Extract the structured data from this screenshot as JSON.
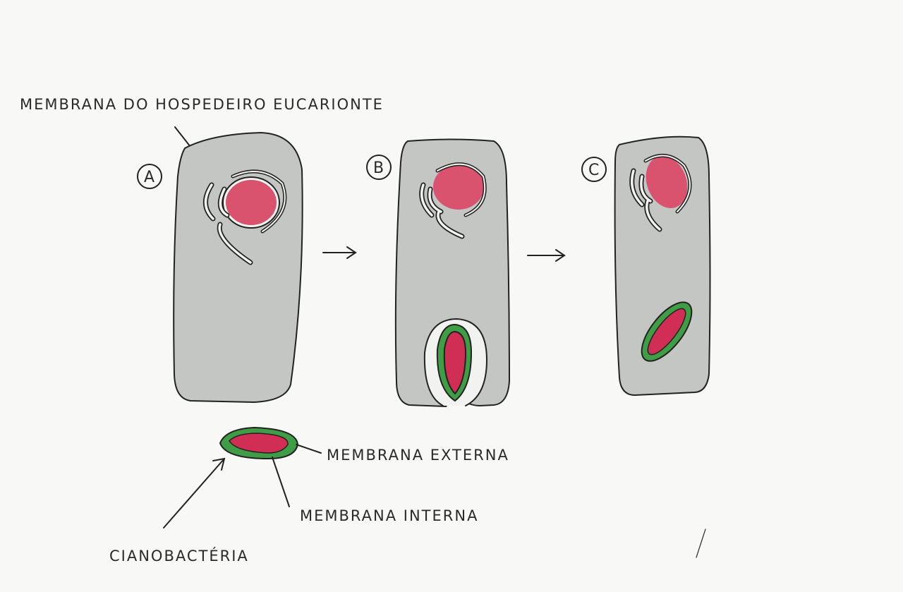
{
  "labels": {
    "host_membrane": "MEMBRANA DO HOSPEDEIRO EUCARIONTE",
    "outer_membrane": "MEMBRANA EXTERNA",
    "inner_membrane": "MEMBRANA INTERNA",
    "cyanobacteria": "CIANOBACTÉRIA"
  },
  "stages": [
    "A",
    "B",
    "C"
  ],
  "colors": {
    "cell": "#bfc2bf",
    "nucleus": "#d9536f",
    "chloroplast_inner": "#d12e55",
    "chloroplast_outer": "#3f9e45",
    "outline": "#222222"
  }
}
